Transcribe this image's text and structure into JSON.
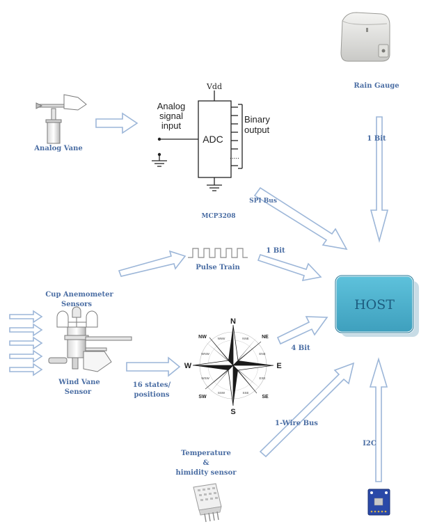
{
  "colors": {
    "label": "#4a6da3",
    "arrow_stroke": "#9cb6d8",
    "arrow_fill": "#ffffff",
    "host_fill": "#4bb1cd",
    "host_border": "#1e6f8c",
    "host_text": "#1d5c7f",
    "schematic": "#222222"
  },
  "labels": {
    "rain_gauge": "Rain Gauge",
    "rain_bit": "1 Bit",
    "analog_vane": "Analog Vane",
    "mcp3208": "MCP3208",
    "spi_bus": "SPI Bus",
    "pulse_train": "Pulse Train",
    "pulse_bit": "1 Bit",
    "cup_anemometer_1": "Cup Anemometer",
    "cup_anemometer_2": "Sensors",
    "wind_vane_1": "Wind Vane",
    "wind_vane_2": "Sensor",
    "states_1": "16 states/",
    "states_2": "positions",
    "four_bit": "4 Bit",
    "one_wire": "1-Wire Bus",
    "temp_1": "Temperature",
    "temp_2": "&",
    "temp_3": "himidity sensor",
    "i2c": "I2C"
  },
  "host": {
    "label": "HOST"
  },
  "adc": {
    "vdd": "Vdd",
    "analog_1": "Analog",
    "analog_2": "signal",
    "analog_3": "input",
    "center": "ADC",
    "binary_1": "Binary",
    "binary_2": "output",
    "dots": "....."
  },
  "compass": {
    "N": "N",
    "S": "S",
    "E": "E",
    "W": "W",
    "NE": "NE",
    "NW": "NW",
    "SE": "SE",
    "SW": "SW",
    "NNE": "NNE",
    "NNW": "NNW",
    "ENE": "ENE",
    "ESE": "ESE",
    "SSE": "SSE",
    "SSW": "SSW",
    "WNW": "WNW",
    "WSW": "WSW"
  }
}
